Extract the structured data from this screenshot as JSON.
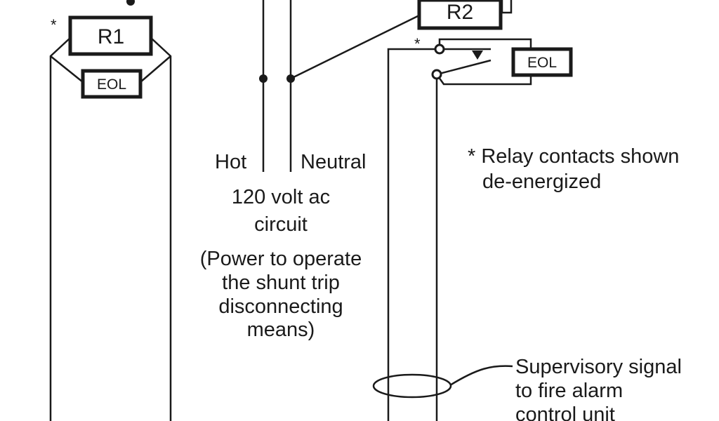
{
  "relays": {
    "r1_label": "R1",
    "r2_label": "R2"
  },
  "eol": {
    "left_label": "EOL",
    "right_label": "EOL"
  },
  "marks": {
    "star": "*"
  },
  "power": {
    "hot_label": "Hot",
    "neutral_label": "Neutral",
    "circuit_line1": "120 volt ac",
    "circuit_line2": "circuit",
    "note_line1": "(Power to operate",
    "note_line2": "the shunt trip",
    "note_line3": "disconnecting",
    "note_line4": "means)"
  },
  "note": {
    "line1": "* Relay contacts shown",
    "line2": "de-energized"
  },
  "supervisory": {
    "line1": "Supervisory signal",
    "line2": "to fire alarm",
    "line3": "control unit"
  },
  "colors": {
    "ink": "#1a1a1a",
    "background": "#ffffff"
  }
}
